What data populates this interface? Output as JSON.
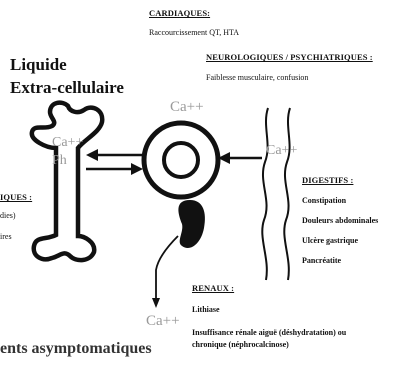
{
  "cardiac": {
    "header": "CARDIAQUES:",
    "items": [
      "Raccourcissement QT, HTA"
    ]
  },
  "neuro": {
    "header": "NEUROLOGIQUES / PSYCHIATRIQUES :",
    "items": [
      "Faiblesse musculaire, confusion"
    ]
  },
  "liquid": {
    "line1": "Liquide",
    "line2": "Extra-cellulaire"
  },
  "labels": {
    "ca_top": "Ca++",
    "ca_right": "Ca++",
    "ca_bone": "Ca++",
    "ph_bone": "Ph",
    "ca_bottom": "Ca++"
  },
  "digestive": {
    "header": "DIGESTIFS :",
    "items": [
      "Constipation",
      "Douleurs abdominales",
      "Ulcère gastrique",
      "Pancréatite"
    ]
  },
  "left_cut": {
    "header": "IQUES :",
    "items": [
      "dies)",
      "ires"
    ]
  },
  "renal": {
    "header": "RENAUX :",
    "items": [
      "Lithiase",
      "Insuffisance rénale aiguë (déshydratation) ou",
      "chronique (néphrocalcinose)"
    ]
  },
  "footer": "ents asymptomatiques"
}
